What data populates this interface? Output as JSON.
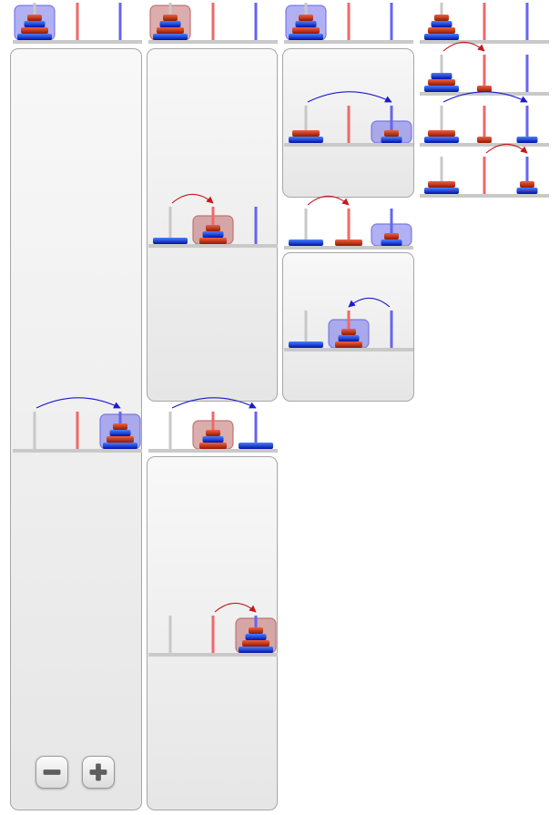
{
  "colors": {
    "peg_source": "#c8c8c8",
    "peg_middle": "#f06868",
    "peg_target": "#6565f0",
    "base": "#c9c9c9",
    "disk_blue_light": "#3a70ff",
    "disk_blue_dark": "#0018b8",
    "disk_red_light": "#f05030",
    "disk_red_dark": "#8a1800",
    "arrow_blue": "#1a1ad0",
    "arrow_red": "#c41a1a",
    "highlight_blue": "#7070e8",
    "highlight_red": "#c06a6a"
  },
  "controls": {
    "zoom_out": "minus-icon",
    "zoom_in": "plus-icon"
  },
  "puzzle": {
    "name": "Tower of Hanoi",
    "pegs": [
      "source",
      "middle",
      "target"
    ],
    "disks": 4
  }
}
